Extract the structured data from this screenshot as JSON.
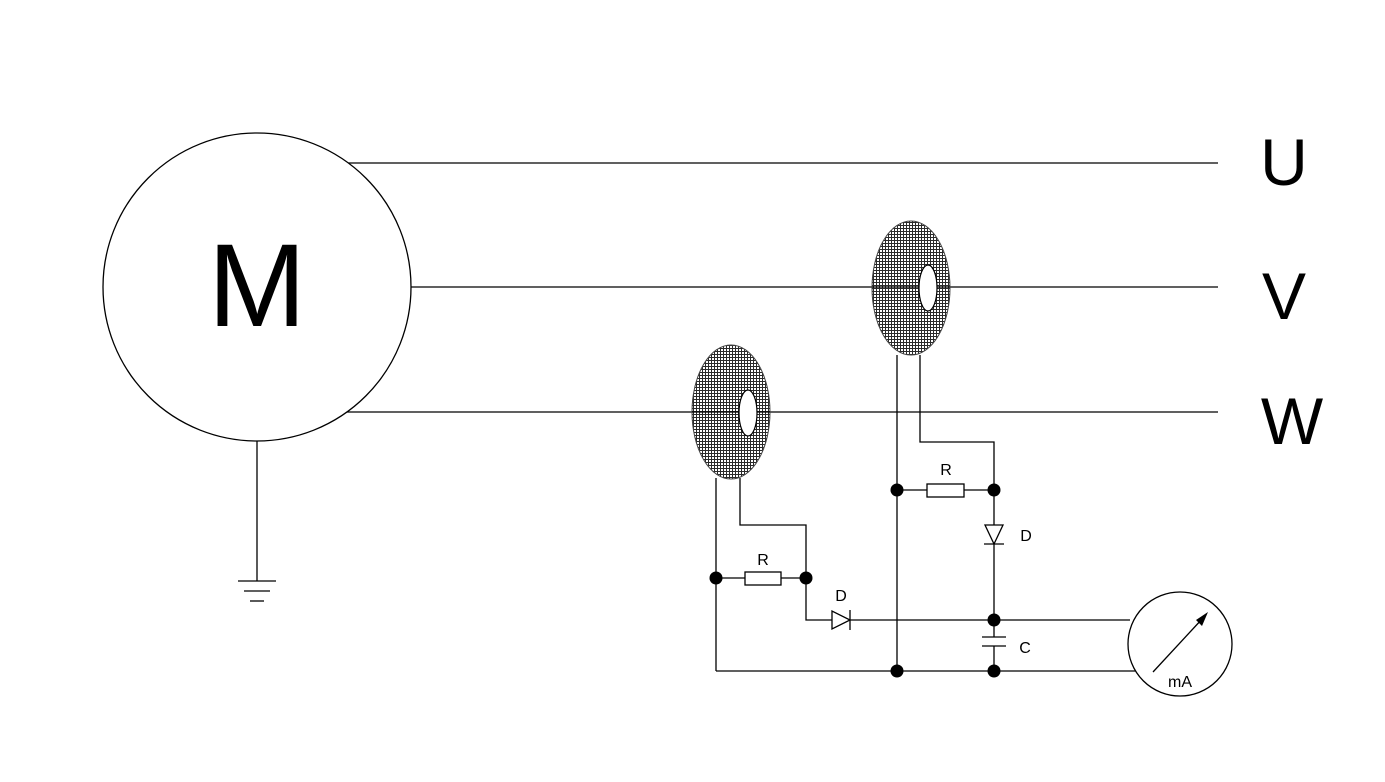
{
  "motor": {
    "label": "M"
  },
  "phases": {
    "u": "U",
    "v": "V",
    "w": "W"
  },
  "components": {
    "resistor_1": "R",
    "diode_1": "D",
    "resistor_2": "R",
    "diode_2": "D",
    "capacitor": "C",
    "meter": "mA"
  },
  "colors": {
    "line": "#000000",
    "core": "#777777",
    "background": "#ffffff"
  }
}
